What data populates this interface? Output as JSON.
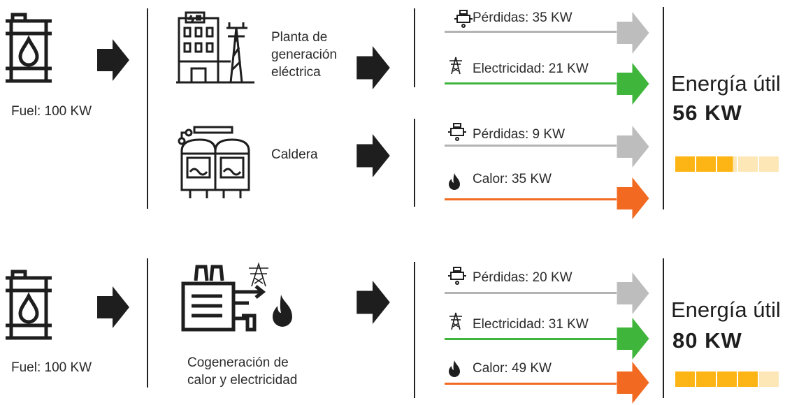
{
  "colors": {
    "arrow_black": "#1e1e1e",
    "arrow_grey": "#bdbdbd",
    "line_grey": "#b3b3b3",
    "arrow_green": "#3fb53c",
    "arrow_orange": "#f26a21",
    "bar_filled": "#fdb515",
    "bar_empty": "#fde7b6"
  },
  "row1": {
    "fuel_label": "Fuel: 100 KW",
    "plant_label_1": "Planta de",
    "plant_label_2": "generación",
    "plant_label_3": "eléctrica",
    "boiler_label": "Caldera",
    "outputs": [
      {
        "label": "Pérdidas: 35 KW",
        "icon": "valve-icon",
        "type": "loss"
      },
      {
        "label": "Electricidad: 21 KW",
        "icon": "power-tower-icon",
        "type": "electricity"
      },
      {
        "label": "Pérdidas: 9 KW",
        "icon": "valve-icon",
        "type": "loss"
      },
      {
        "label": "Calor: 35 KW",
        "icon": "flame-icon",
        "type": "heat"
      }
    ],
    "useful_label": "Energía útil",
    "useful_value": "56 KW",
    "useful_fraction": 0.56
  },
  "row2": {
    "fuel_label": "Fuel: 100 KW",
    "cogen_label_1": "Cogeneración de",
    "cogen_label_2": "calor y electricidad",
    "outputs": [
      {
        "label": "Pérdidas: 20 KW",
        "icon": "valve-icon",
        "type": "loss"
      },
      {
        "label": "Electricidad: 31 KW",
        "icon": "power-tower-icon",
        "type": "electricity"
      },
      {
        "label": "Calor: 49 KW",
        "icon": "flame-icon",
        "type": "heat"
      }
    ],
    "useful_label": "Energía útil",
    "useful_value": "80 KW",
    "useful_fraction": 0.8
  }
}
